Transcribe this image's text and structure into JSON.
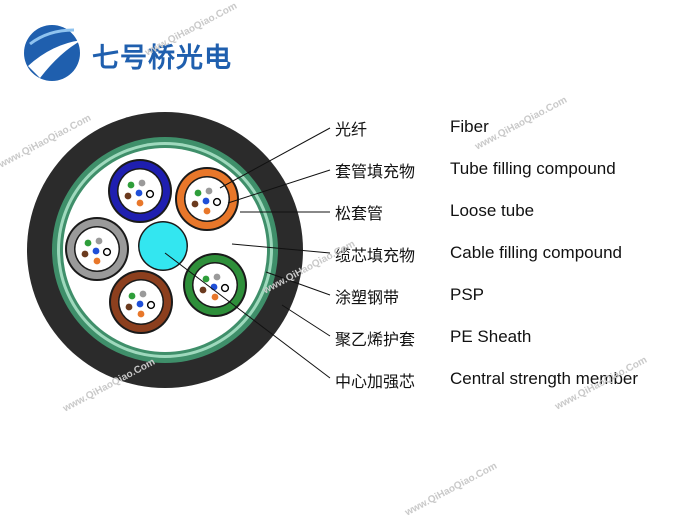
{
  "brand": {
    "name": "七号桥光电",
    "logo_icon": "globe-swoosh-icon",
    "color": "#1f5fae"
  },
  "watermark": "www.QiHaoQiao.Com",
  "labels": [
    {
      "zh": "光纤",
      "en": "Fiber"
    },
    {
      "zh": "套管填充物",
      "en": "Tube filling compound"
    },
    {
      "zh": "松套管",
      "en": "Loose tube"
    },
    {
      "zh": "缆芯填充物",
      "en": "Cable filling compound"
    },
    {
      "zh": "涂塑钢带",
      "en": "PSP"
    },
    {
      "zh": "聚乙烯护套",
      "en": "PE Sheath"
    },
    {
      "zh": "中心加强芯",
      "en": "Central strength member"
    }
  ],
  "colors": {
    "sheath": "#2b2b2b",
    "psp": "#3f8f6a",
    "filling": "#ffffff",
    "central_member": "#33e6f0",
    "tubes": [
      "#1f1fb0",
      "#e8772a",
      "#9a9a9a",
      "#2e8f3a",
      "#8c3f1e"
    ],
    "fibers": [
      "#2e9e3a",
      "#9a9a9a",
      "#1f4fd8",
      "#6b3a1e",
      "#e8772a",
      "#ffffff"
    ]
  }
}
